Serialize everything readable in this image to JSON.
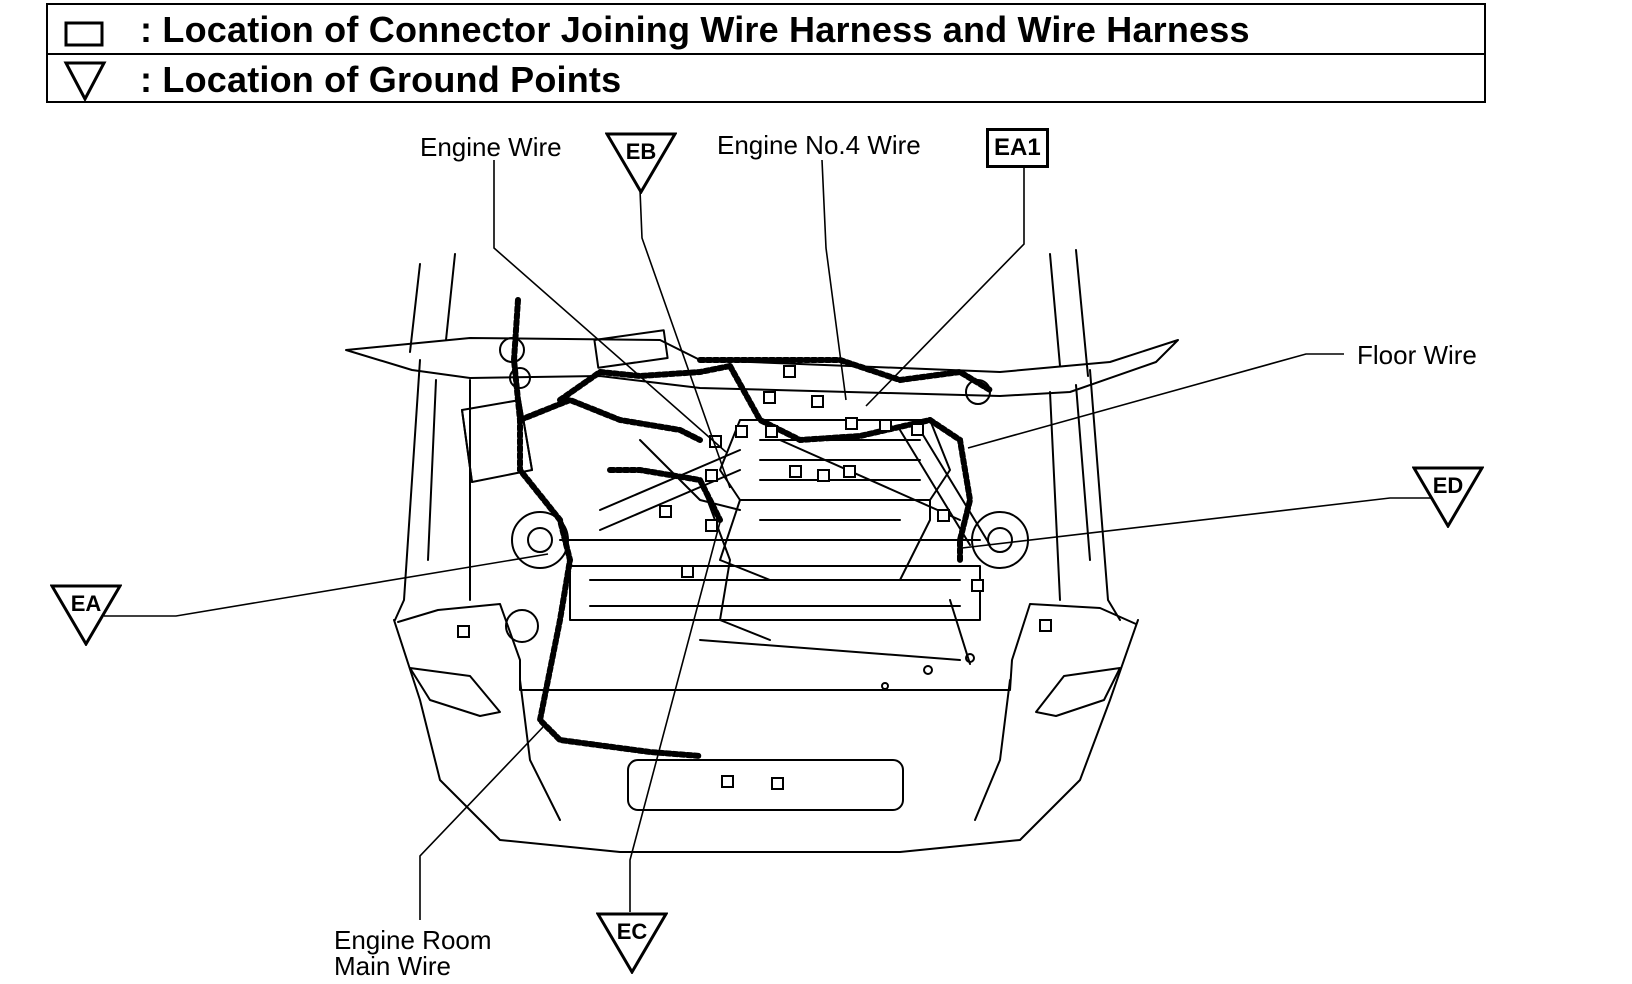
{
  "legend": {
    "connector_text": ": Location of Connector Joining Wire Harness and Wire Harness",
    "ground_text": ": Location of Ground Points",
    "connector_symbol": "square-outline-icon",
    "ground_symbol": "triangle-down-outline-icon"
  },
  "labels": {
    "engine_wire": "Engine Wire",
    "engine_no4_wire": "Engine No.4 Wire",
    "floor_wire": "Floor Wire",
    "engine_room_main_wire_1": "Engine Room",
    "engine_room_main_wire_2": "Main Wire"
  },
  "connectors": {
    "ea1": "EA1"
  },
  "grounds": {
    "eb": "EB",
    "ea": "EA",
    "ed": "ED",
    "ec": "EC"
  }
}
